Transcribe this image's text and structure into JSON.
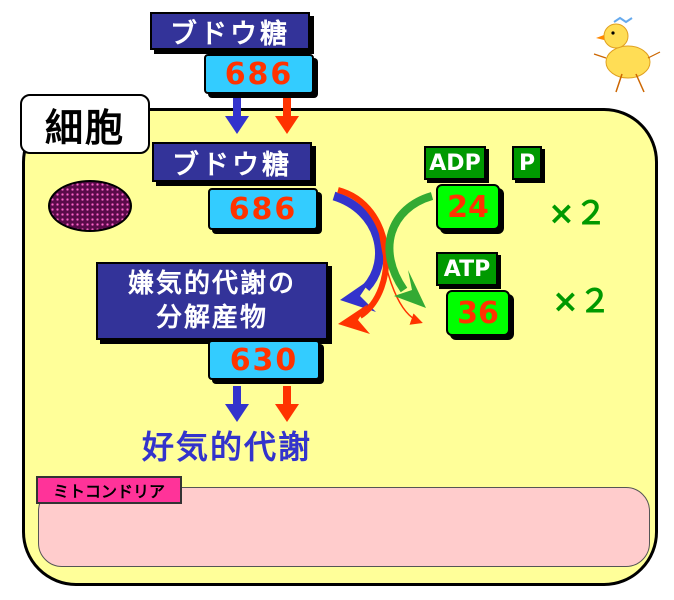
{
  "cell": {
    "label": "細胞",
    "mitochondria_label": "ミトコンドリア"
  },
  "glucose_outside": {
    "label": "ブドウ糖",
    "value": "686"
  },
  "glucose_inside": {
    "label": "ブドウ糖",
    "value": "686"
  },
  "anaerobic": {
    "label_line1": "嫌気的代謝の",
    "label_line2": "分解産物",
    "value": "630"
  },
  "adp": {
    "label": "ADP",
    "value": "24",
    "multiplier": "×２"
  },
  "phosphate": {
    "label": "P"
  },
  "atp": {
    "label": "ATP",
    "value": "36",
    "multiplier": "×２"
  },
  "aerobic": {
    "label": "好気的代謝"
  },
  "colors": {
    "blue_arrow": "#3333cc",
    "red_arrow": "#ff3300",
    "green_arrow": "#33aa33",
    "cell_fill": "#ffff99",
    "mito_fill": "#ffcccc"
  }
}
